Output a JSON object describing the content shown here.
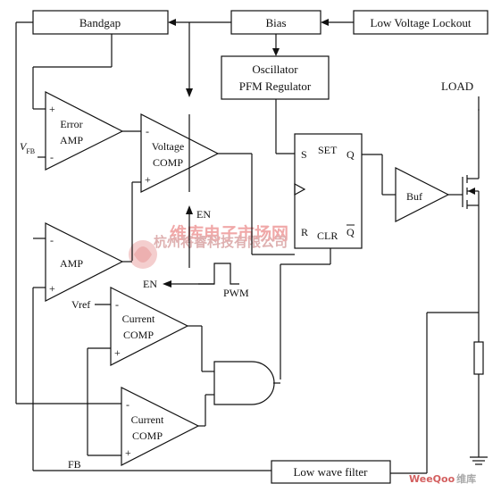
{
  "blocks": {
    "bandgap": "Bandgap",
    "bias": "Bias",
    "low_voltage_lockout": "Low Voltage Lockout",
    "oscillator_line1": "Oscillator",
    "oscillator_line2": "PFM Regulator",
    "low_wave_filter": "Low wave filter",
    "buf": "Buf"
  },
  "amplifiers": {
    "error_amp_line1": "Error",
    "error_amp_line2": "AMP",
    "voltage_comp_line1": "Voltage",
    "voltage_comp_line2": "COMP",
    "amp": "AMP",
    "current_comp1_line1": "Current",
    "current_comp1_line2": "COMP",
    "current_comp2_line1": "Current",
    "current_comp2_line2": "COMP",
    "plus": "+",
    "minus": "-"
  },
  "flipflop": {
    "s": "S",
    "set": "SET",
    "q": "Q",
    "r": "R",
    "clr": "CLR",
    "q_bar": "Q"
  },
  "signals": {
    "load": "LOAD",
    "en_top": "EN",
    "en_bottom": "EN",
    "pwm": "PWM",
    "vref": "Vref",
    "fb": "FB",
    "vfb_v": "V",
    "vfb_sub": "FB"
  },
  "watermark": {
    "chinese_top": "维库电子市场网",
    "company": "杭州将睿科技有限公司",
    "brand": "WeeQoo",
    "brand_suffix": "维库"
  },
  "colors": {
    "line": "#111111",
    "watermark": "#e9a0a0"
  }
}
